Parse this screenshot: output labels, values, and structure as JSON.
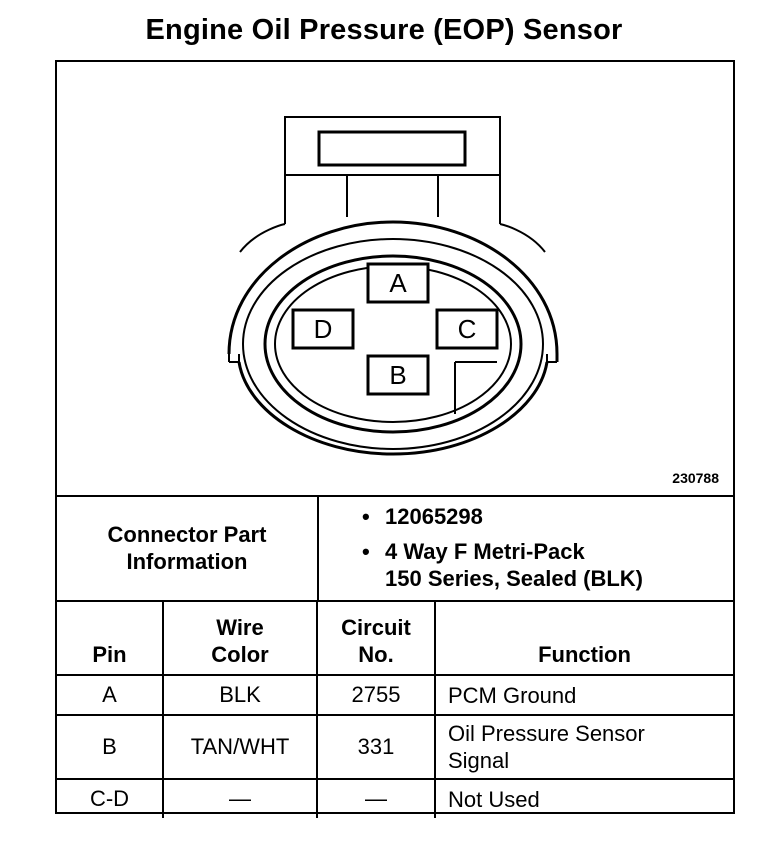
{
  "title": "Engine Oil Pressure (EOP) Sensor",
  "figure_number": "230788",
  "connector_diagram": {
    "pins": [
      "A",
      "B",
      "C",
      "D"
    ]
  },
  "connector_part": {
    "label_line1": "Connector Part",
    "label_line2": "Information",
    "items": [
      "12065298",
      "4 Way F Metri-Pack",
      "150 Series, Sealed (BLK)"
    ]
  },
  "table": {
    "headers": {
      "pin": "Pin",
      "wire_color_1": "Wire",
      "wire_color_2": "Color",
      "circuit_1": "Circuit",
      "circuit_2": "No.",
      "function": "Function"
    },
    "rows": [
      {
        "pin": "A",
        "wire": "BLK",
        "circuit": "2755",
        "function": "PCM Ground",
        "function2": ""
      },
      {
        "pin": "B",
        "wire": "TAN/WHT",
        "circuit": "331",
        "function": "Oil Pressure Sensor",
        "function2": "Signal"
      },
      {
        "pin": "C-D",
        "wire": "—",
        "circuit": "—",
        "function": "Not Used",
        "function2": ""
      }
    ]
  }
}
